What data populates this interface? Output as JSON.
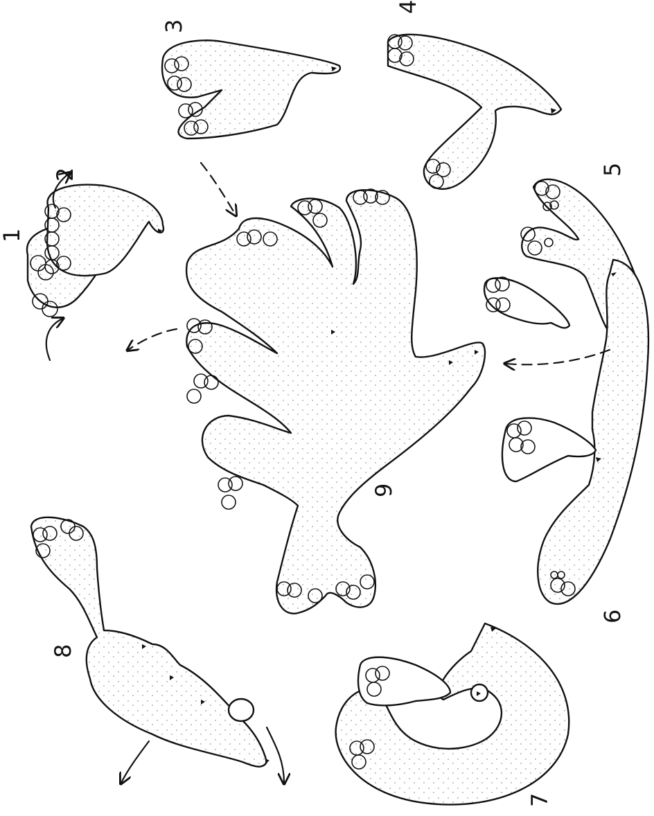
{
  "diagram": {
    "stages": [
      {
        "label": "1"
      },
      {
        "label": "2"
      },
      {
        "label": "3"
      },
      {
        "label": "4"
      },
      {
        "label": "5"
      },
      {
        "label": "6"
      },
      {
        "label": "7"
      },
      {
        "label": "8"
      },
      {
        "label": "9"
      }
    ],
    "colors": {
      "ink": "#111111",
      "background": "#ffffff"
    }
  }
}
